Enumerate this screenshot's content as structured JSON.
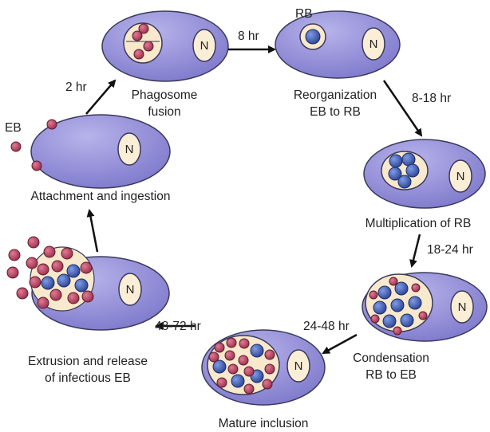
{
  "colors": {
    "cell_fill": "#8b86d4",
    "cell_highlight": "#b7b3ea",
    "cell_stroke": "#3a3a5c",
    "inclusion_fill": "#f8e8cc",
    "nucleus_fill": "#fbeed6",
    "eb_particle": "#b6405f",
    "rb_particle": "#3f5fb8",
    "arrow": "#111111"
  },
  "nucleus_label": "N",
  "stages": {
    "attachment": "Attachment and ingestion",
    "phagosome_1": "Phagosome",
    "phagosome_2": "fusion",
    "reorg_1": "Reorganization",
    "reorg_2": "EB to RB",
    "multiplication": "Multiplication of RB",
    "condensation_1": "Condensation",
    "condensation_2": "RB to EB",
    "mature": "Mature inclusion",
    "extrusion_1": "Extrusion and release",
    "extrusion_2": "of infectious EB"
  },
  "labels": {
    "eb": "EB",
    "rb": "RB"
  },
  "times": {
    "t1": "2 hr",
    "t2": "8 hr",
    "t3": "8-18 hr",
    "t4": "18-24 hr",
    "t5": "24-48 hr",
    "t6": "48-72 hr"
  }
}
